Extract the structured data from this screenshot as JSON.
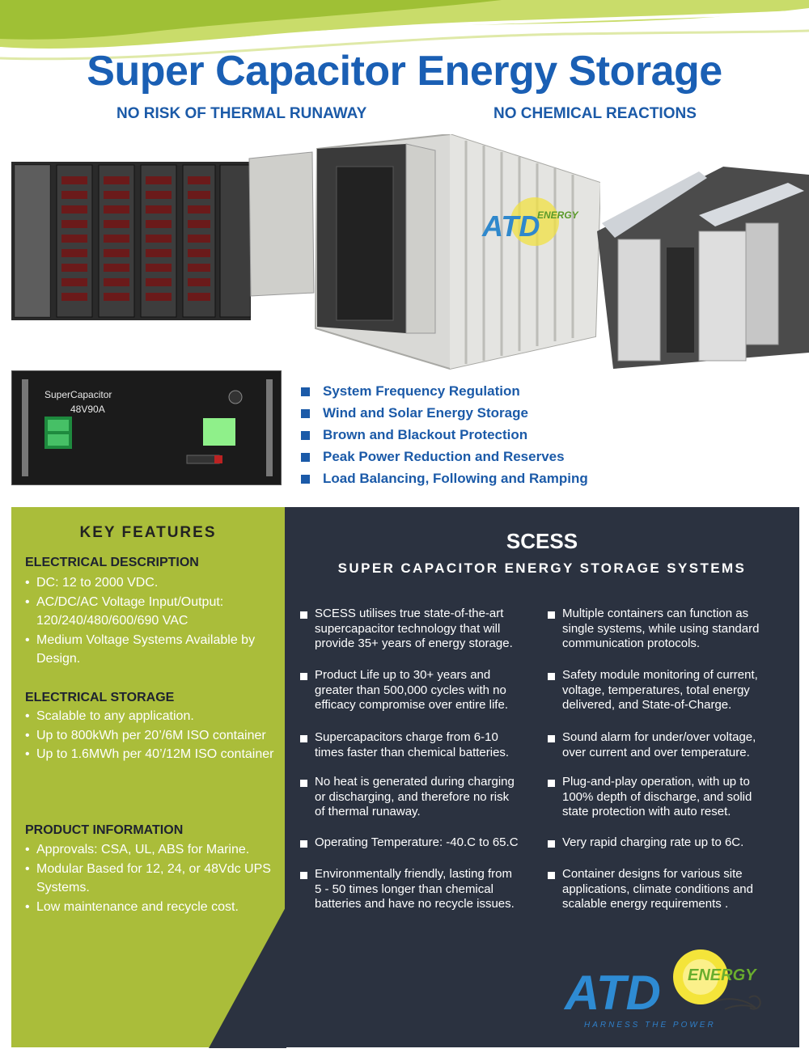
{
  "title": "Super Capacitor Energy Storage",
  "taglines": [
    "NO RISK OF THERMAL RUNAWAY",
    "NO CHEMICAL REACTIONS"
  ],
  "module_label": {
    "name": "SuperCapacitor",
    "model": "48V90A"
  },
  "applications": [
    "System Frequency Regulation",
    "Wind and Solar Energy Storage",
    "Brown and Blackout Protection",
    "Peak Power Reduction and Reserves",
    "Load Balancing, Following and Ramping"
  ],
  "key_features": {
    "title": "KEY FEATURES",
    "sections": [
      {
        "heading": "ELECTRICAL DESCRIPTION",
        "items": [
          "DC: 12 to 2000 VDC.",
          "AC/DC/AC Voltage Input/Output: 120/240/480/600/690 VAC",
          "Medium Voltage Systems Available by Design."
        ]
      },
      {
        "heading": "ELECTRICAL STORAGE",
        "items": [
          "Scalable to any application.",
          "Up to 800kWh per 20’/6M ISO container",
          "Up to 1.6MWh per 40’/12M ISO container"
        ]
      },
      {
        "heading": "PRODUCT INFORMATION",
        "items": [
          "Approvals: CSA, UL, ABS for Marine.",
          "Modular Based for 12, 24, or 48Vdc UPS Systems.",
          "Low maintenance and recycle cost."
        ]
      }
    ]
  },
  "scess": {
    "title": "SCESS",
    "subtitle": "SUPER CAPACITOR ENERGY STORAGE SYSTEMS",
    "left": [
      [
        "SCESS utilises true state-of-the-art",
        "supercapacitor technology that will",
        "provide 35+ years of energy storage."
      ],
      [
        "Product Life up to 30+ years and",
        "greater than 500,000 cycles with no",
        "efficacy compromise over entire life."
      ],
      [
        "Supercapacitors charge from 6-10",
        "times faster than chemical batteries."
      ],
      [
        "No heat is generated during charging",
        "or discharging, and therefore no risk",
        "of thermal runaway."
      ],
      [
        "Operating Temperature: -40.C to 65.C"
      ],
      [
        "Environmentally friendly, lasting from",
        "5 - 50 times longer than chemical",
        "batteries and have no recycle issues."
      ]
    ],
    "right": [
      [
        "Multiple containers can function as",
        "single systems, while using standard",
        "communication protocols."
      ],
      [
        "Safety module monitoring of current,",
        "voltage, temperatures, total energy",
        "delivered, and State-of-Charge."
      ],
      [
        "Sound alarm for under/over voltage,",
        "over current and over temperature."
      ],
      [
        "Plug-and-play operation, with up to",
        "100% depth of discharge, and solid",
        "state protection with auto reset."
      ],
      [
        "Very rapid charging rate up to 6C."
      ],
      [
        "Container designs for various site",
        "applications, climate conditions and",
        "scalable energy requirements ."
      ]
    ]
  },
  "logo": {
    "brand": "ATD",
    "word": "ENERGY",
    "tagline": "HARNESS THE POWER"
  },
  "colors": {
    "title_blue": "#1a5fb4",
    "panel_green": "#aabd3a",
    "panel_dark": "#2b3240"
  }
}
